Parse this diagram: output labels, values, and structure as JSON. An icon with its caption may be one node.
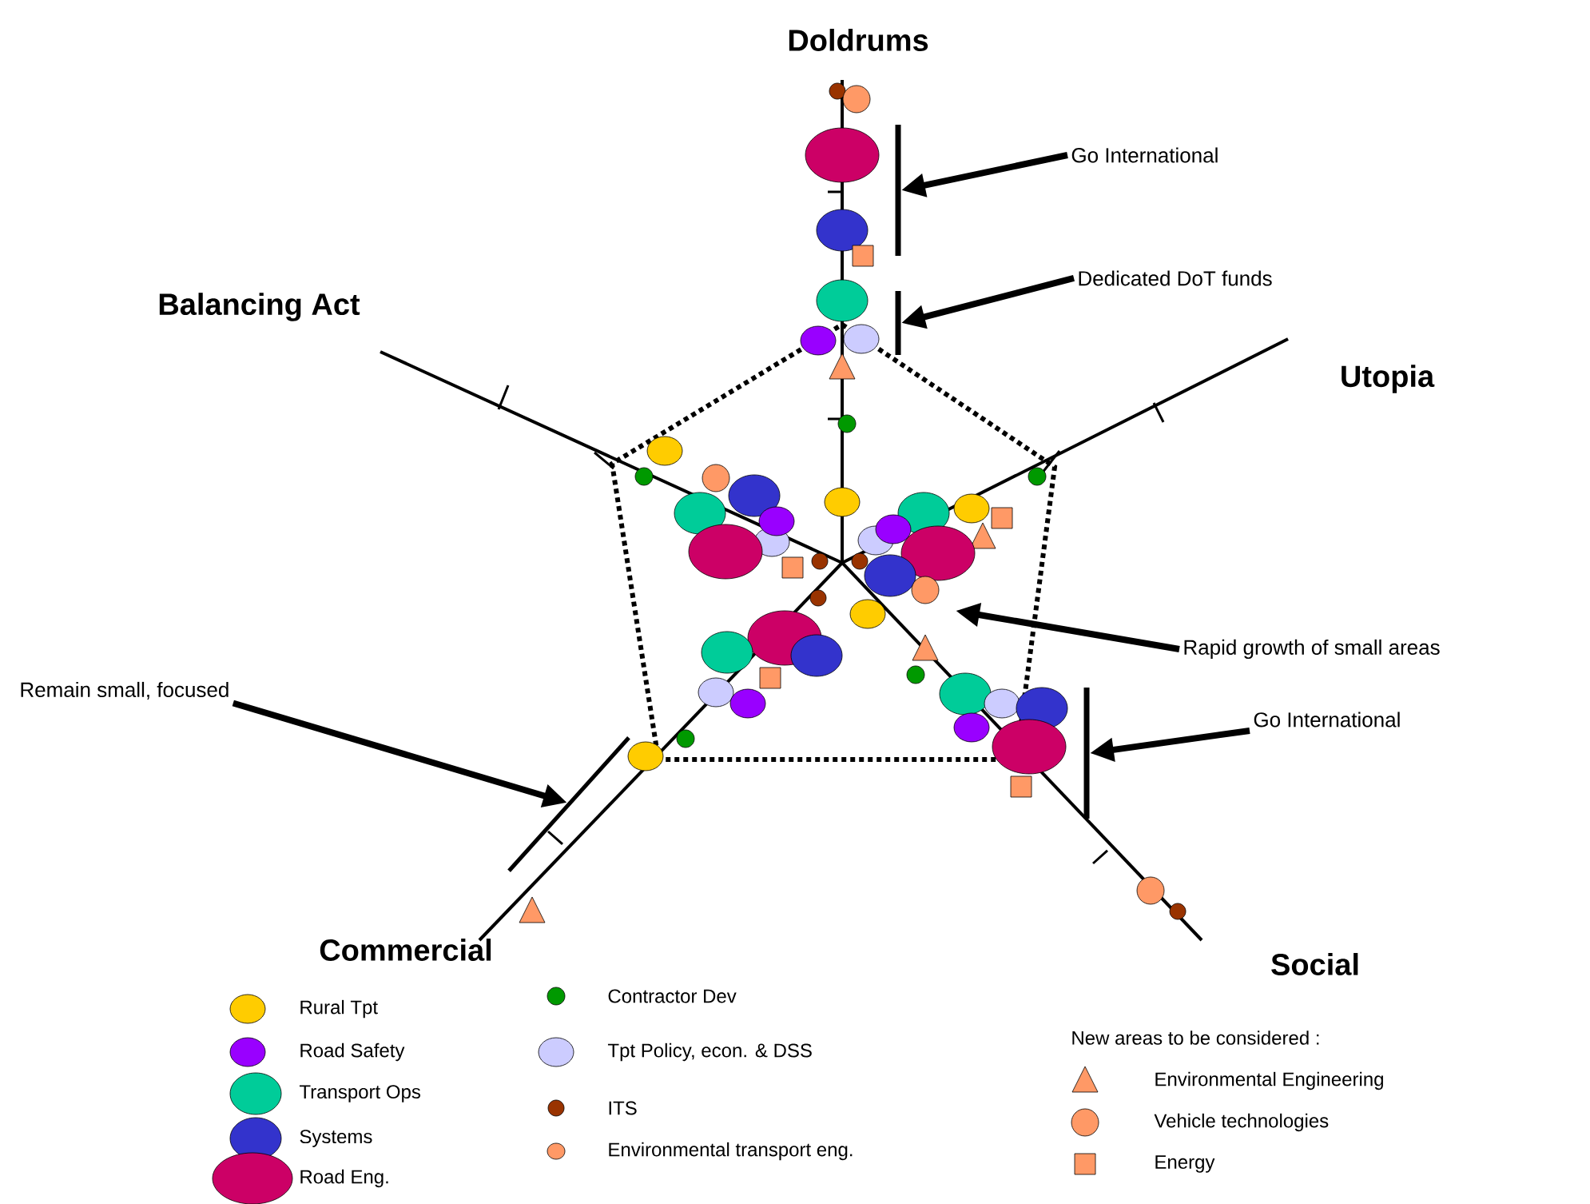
{
  "diagram": {
    "nodes": [
      {
        "text": [
          "Go International"
        ]
      },
      {
        "text": [],
        "shape": "bar"
      },
      {
        "text": [
          "Dedicated DoT funds"
        ]
      },
      {
        "text": [],
        "shape": "bar"
      },
      {
        "text": [
          "Rapid growth of small areas"
        ]
      },
      {
        "text": [
          "Remain small, focused"
        ]
      },
      {
        "text": [],
        "shape": "bar"
      },
      {
        "text": [
          "Go International"
        ]
      },
      {
        "text": [],
        "shape": "bar"
      }
    ],
    "edges": [
      {
        "from": 0,
        "to": 1,
        "arrow": "to"
      },
      {
        "from": 2,
        "to": 3,
        "arrow": "to"
      },
      {
        "from": 4,
        "to": null,
        "arrow": "to"
      },
      {
        "from": 5,
        "to": 6,
        "arrow": "to"
      },
      {
        "from": 7,
        "to": 8,
        "arrow": "to"
      }
    ],
    "labels": [
      "Doldrums",
      "Balancing Act",
      "Utopia",
      "Commercial",
      "Social",
      "New areas to be considered :"
    ],
    "legend": [
      {
        "text": "Rural Tpt",
        "color": "#ffcc00"
      },
      {
        "text": "Road Safety",
        "color": "#9900ff"
      },
      {
        "text": "Transport Ops",
        "color": "#00cc99"
      },
      {
        "text": "Systems",
        "color": "#3333cc"
      },
      {
        "text": "Road Eng.",
        "color": "#cc0066"
      },
      {
        "text": "Contractor Dev",
        "color": "#009900"
      },
      {
        "text": "Tpt Policy, econ. & DSS",
        "color": "#ccccff"
      },
      {
        "text": "ITS",
        "color": "#993300"
      },
      {
        "text": "Environmental transport eng.",
        "color": "#ff9966"
      },
      {
        "text": "Environmental Engineering"
      },
      {
        "text": "Vehicle technologies"
      },
      {
        "text": "Energy"
      }
    ]
  }
}
